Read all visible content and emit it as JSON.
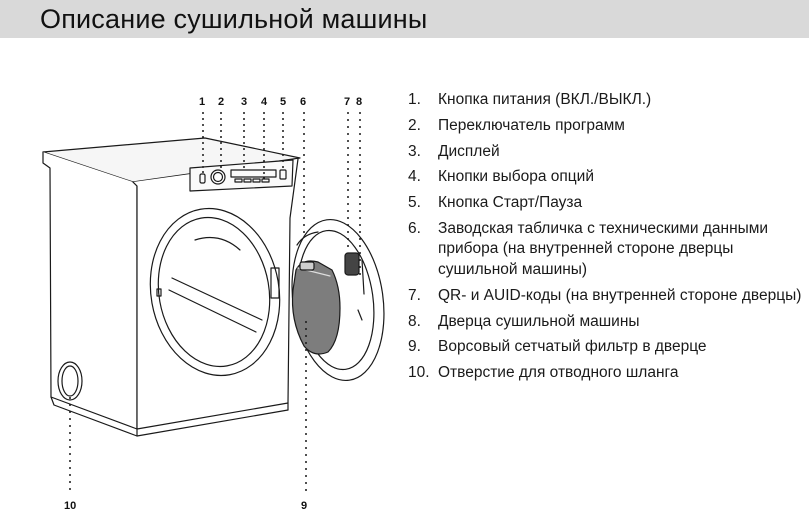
{
  "header": {
    "title": "Описание сушильной машины"
  },
  "callouts": {
    "n1": "1",
    "n2": "2",
    "n3": "3",
    "n4": "4",
    "n5": "5",
    "n6": "6",
    "n7": "7",
    "n8": "8",
    "n9": "9",
    "n10": "10"
  },
  "legend": {
    "items": [
      {
        "num": "1.",
        "text": "Кнопка питания (ВКЛ./ВЫКЛ.)"
      },
      {
        "num": "2.",
        "text": "Переключатель программ"
      },
      {
        "num": "3.",
        "text": "Дисплей"
      },
      {
        "num": "4.",
        "text": "Кнопки выбора опций"
      },
      {
        "num": "5.",
        "text": "Кнопка Старт/Пауза"
      },
      {
        "num": "6.",
        "text": "Заводская табличка с техническими данными прибора (на внутренней стороне дверцы сушильной машины)"
      },
      {
        "num": "7.",
        "text": "QR- и AUID-коды (на внутренней стороне дверцы)"
      },
      {
        "num": "8.",
        "text": "Дверца сушильной машины"
      },
      {
        "num": "9.",
        "text": "Ворсовый сетчатый фильтр в дверце"
      },
      {
        "num": "10.",
        "text": "Отверстие для отводного шланга"
      }
    ]
  }
}
